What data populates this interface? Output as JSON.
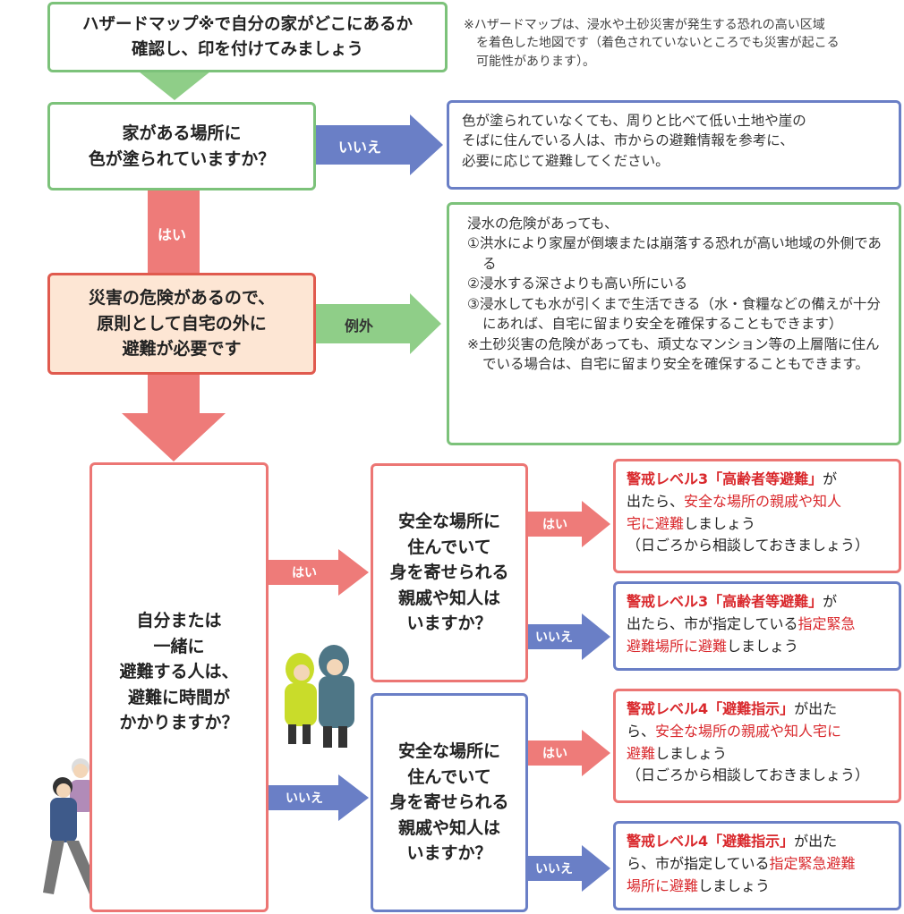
{
  "top": {
    "box_line1": "ハザードマップ※で自分の家がどこにあるか",
    "box_line2": "確認し、印を付けてみましょう",
    "note_line1": "※ハザードマップは、浸水や土砂災害が発生する恐れの高い区域",
    "note_line2": "を着色した地図です（着色されていないところでも災害が起こる",
    "note_line3": "可能性があります）。"
  },
  "q1": {
    "line1": "家がある場所に",
    "line2": "色が塗られていますか？",
    "no_label": "いいえ",
    "yes_label": "はい",
    "no_result_line1": "色が塗られていなくても、周りと比べて低い土地や崖の",
    "no_result_line2": "そばに住んでいる人は、市からの避難情報を参考に、",
    "no_result_line3": "必要に応じて避難してください。"
  },
  "q2": {
    "line1": "災害の危険があるので、",
    "line2": "原則として自宅の外に",
    "line3": "避難が必要です",
    "exception_label": "例外",
    "exc_intro": "浸水の危険があっても、",
    "exc_item1": "①洪水により家屋が倒壊または崩落する恐れが高い地域の外側である",
    "exc_item2": "②浸水する深さよりも高い所にいる",
    "exc_item3": "③浸水しても水が引くまで生活できる（水・食糧などの備えが十分にあれば、自宅に留まり安全を確保することもできます）",
    "exc_note": "※土砂災害の危険があっても、頑丈なマンション等の上層階に住んでいる場合は、自宅に留まり安全を確保することもできます。"
  },
  "q3": {
    "line1": "自分または",
    "line2": "一緒に",
    "line3": "避難する人は、",
    "line4": "避難に時間が",
    "line5": "かかりますか？",
    "yes_label": "はい",
    "no_label": "いいえ"
  },
  "q4": {
    "line1": "安全な場所に",
    "line2": "住んでいて",
    "line3": "身を寄せられる",
    "line4": "親戚や知人は",
    "line5": "いますか？",
    "yes_label": "はい",
    "no_label": "いいえ"
  },
  "results": {
    "r1_a": "警戒レベル3「高齢者等避難」",
    "r1_b": "が",
    "r1_c": "出たら、",
    "r1_d": "安全な場所の親戚や知人",
    "r1_e": "宅に避難",
    "r1_f": "しましょう",
    "r1_g": "（日ごろから相談しておきましょう）",
    "r2_a": "警戒レベル3「高齢者等避難」",
    "r2_b": "が",
    "r2_c": "出たら、市が指定している",
    "r2_d": "指定緊急",
    "r2_e": "避難場所に避難",
    "r2_f": "しましょう",
    "r3_a": "警戒レベル4「避難指示」",
    "r3_b": "が出た",
    "r3_c": "ら、",
    "r3_d": "安全な場所の親戚や知人宅に",
    "r3_e": "避難",
    "r3_f": "しましょう",
    "r3_g": "（日ごろから相談しておきましょう）",
    "r4_a": "警戒レベル4「避難指示」",
    "r4_b": "が出た",
    "r4_c": "ら、市が指定している",
    "r4_d": "指定緊急避難",
    "r4_e": "場所に避難",
    "r4_f": "しましょう"
  },
  "colors": {
    "green": "#7cc27a",
    "blue": "#6a7fc6",
    "red": "#ec7674",
    "highlight": "#d9282c",
    "peach": "#fde6d4"
  }
}
